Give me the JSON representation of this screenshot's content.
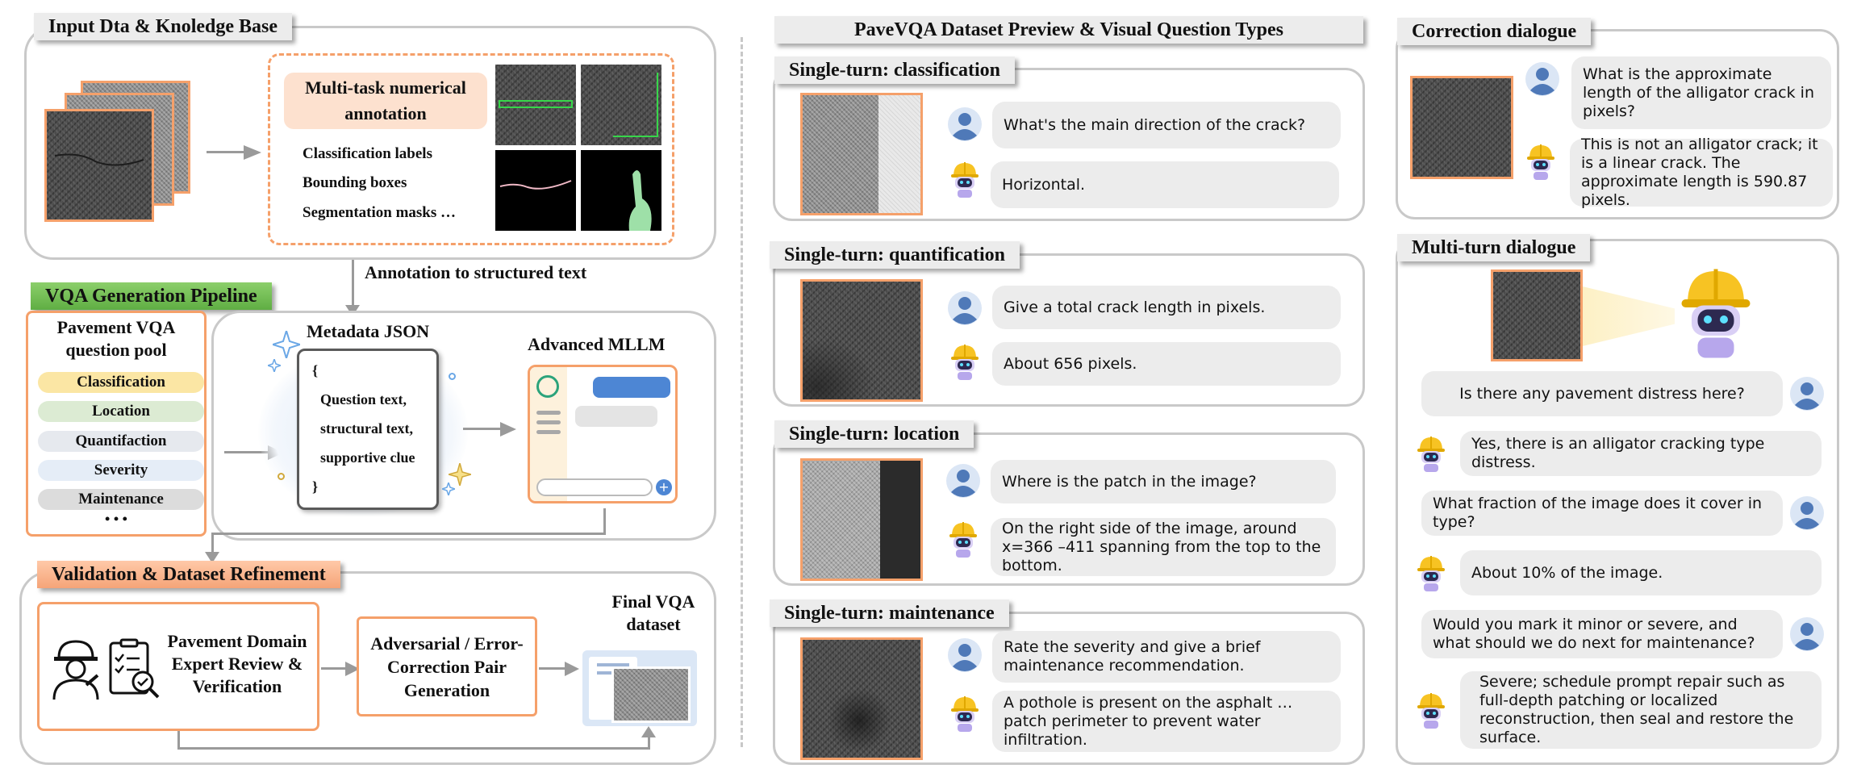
{
  "colors": {
    "accent_orange": "#f5a06a",
    "panel_border": "#c9c9c9",
    "tab_gray": "#ececec",
    "tab_green": "#6bbd4c",
    "bubble_gray": "#ececec"
  },
  "left": {
    "input_tab": "Input Dta & Knoledge Base",
    "multitask_title": "Multi-task numerical annotation",
    "annotation_items": [
      "Classification labels",
      "Bounding boxes",
      "Segmentation masks …"
    ],
    "annotation_to_text": "Annotation to structured text",
    "pipeline_tab": "VQA Generation Pipeline",
    "pool_title": "Pavement VQA question pool",
    "pool_items": [
      {
        "label": "Classification",
        "color": "#fbe6a4"
      },
      {
        "label": "Location",
        "color": "#dcebd3"
      },
      {
        "label": "Quantifaction",
        "color": "#e6e9ee"
      },
      {
        "label": "Severity",
        "color": "#e5edf7"
      },
      {
        "label": "Maintenance",
        "color": "#dcdcdc"
      }
    ],
    "pool_more": "• • •",
    "metadata_title": "Metadata JSON",
    "metadata_lines": [
      "{",
      "Question text,",
      "structural text,",
      "supportive clue",
      "}"
    ],
    "mllm_title": "Advanced MLLM",
    "validation_tab": "Validation & Dataset Refinement",
    "expert_review": "Pavement Domain Expert Review & Verification",
    "adversarial": "Adversarial / Error-Correction Pair Generation",
    "final_dataset": "Final VQA dataset"
  },
  "middle": {
    "title": "PaveVQA Dataset Preview & Visual Question Types",
    "sections": [
      {
        "tab": "Single-turn: classification",
        "question": "What's the main direction of the crack?",
        "answer": "Horizontal."
      },
      {
        "tab": "Single-turn: quantification",
        "question": "Give a total crack length in pixels.",
        "answer": "About 656 pixels."
      },
      {
        "tab": "Single-turn: location",
        "question": "Where is the patch in the image?",
        "answer": "On the right side of the image, around x=366 –411 spanning from the top to the bottom."
      },
      {
        "tab": "Single-turn: maintenance",
        "question": "Rate the severity and give a brief maintenance recommendation.",
        "answer": "A pothole is present on the asphalt … patch perimeter to prevent water infiltration."
      }
    ]
  },
  "right": {
    "correction_tab": "Correction dialogue",
    "correction_question": "What is the approximate length of the alligator crack in pixels?",
    "correction_answer": "This is not an alligator crack; it is a linear crack. The approximate length is 590.87 pixels.",
    "multiturn_tab": "Multi-turn dialogue",
    "turns": [
      {
        "role": "user",
        "text": "Is there any pavement distress here?"
      },
      {
        "role": "bot",
        "text": "Yes, there is an alligator cracking type distress."
      },
      {
        "role": "user",
        "text": "What fraction of the image does it cover in type?"
      },
      {
        "role": "bot",
        "text": "About 10% of the image."
      },
      {
        "role": "user",
        "text": "Would you mark it minor or severe, and what should we do next for maintenance?"
      },
      {
        "role": "bot",
        "text": "Severe; schedule prompt repair such as full-depth patching or localized reconstruction, then seal and restore the surface."
      }
    ]
  }
}
